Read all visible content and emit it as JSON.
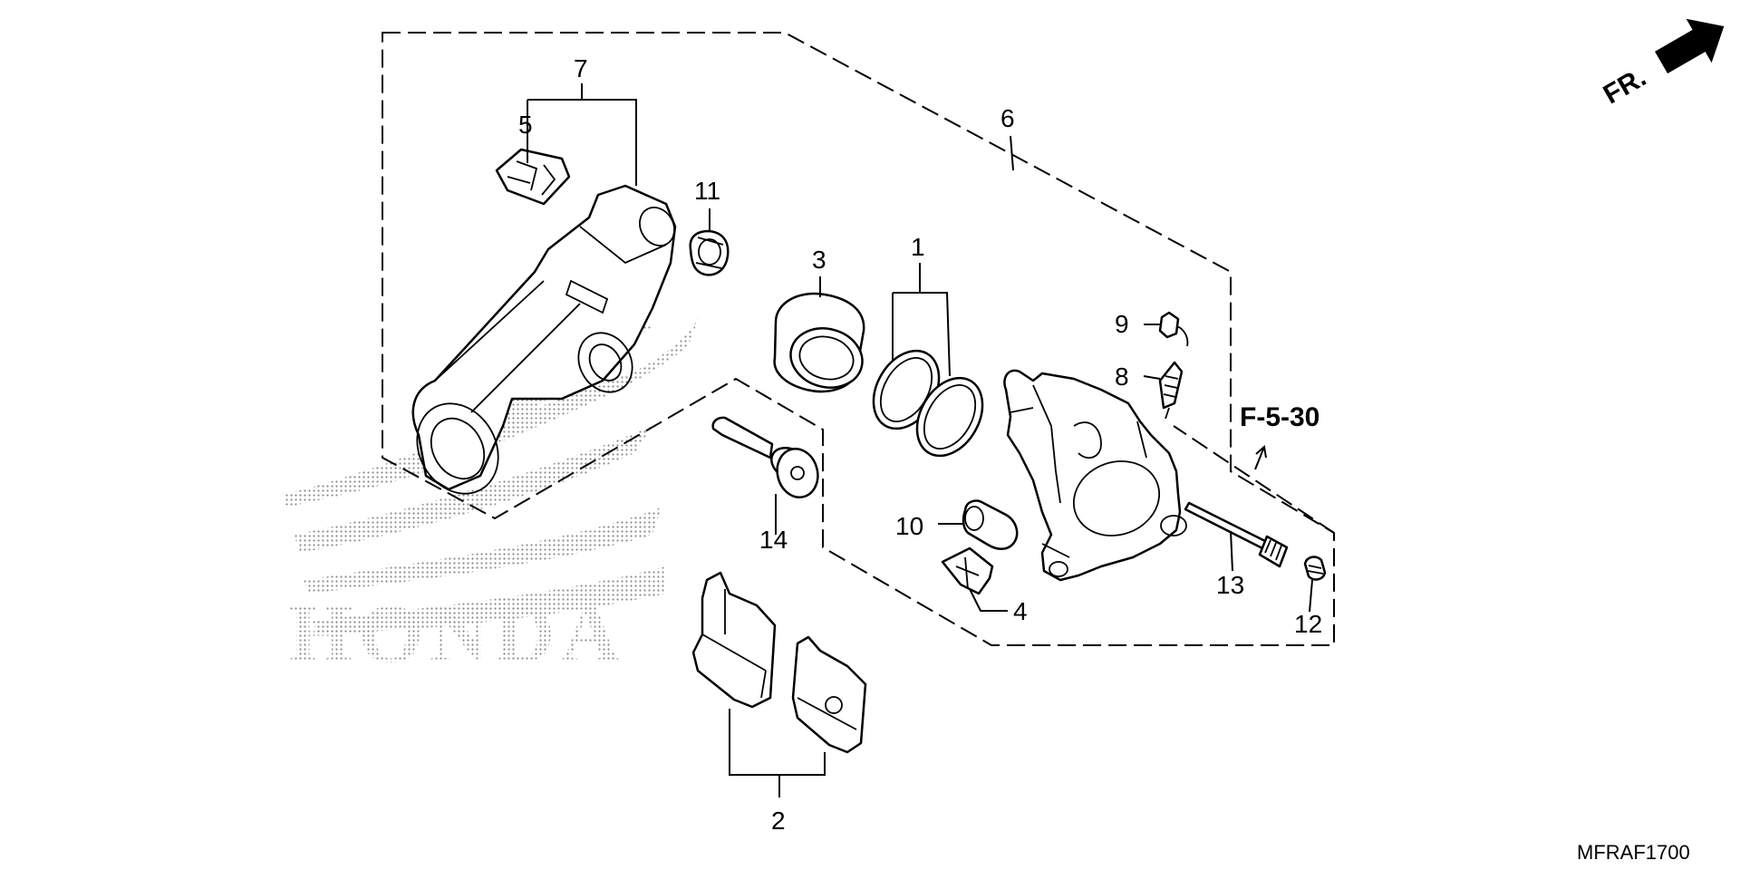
{
  "logo_text": "HONDA",
  "direction_label": "FR.",
  "reference_code": "F-5-30",
  "diagram_code": "MFRAF1700",
  "callouts": {
    "p1": "1",
    "p2": "2",
    "p3": "3",
    "p4": "4",
    "p5": "5",
    "p6": "6",
    "p7": "7",
    "p8": "8",
    "p9": "9",
    "p10": "10",
    "p11": "11",
    "p12": "12",
    "p13": "13",
    "p14": "14"
  },
  "colors": {
    "ink": "#000000",
    "background": "#ffffff"
  }
}
